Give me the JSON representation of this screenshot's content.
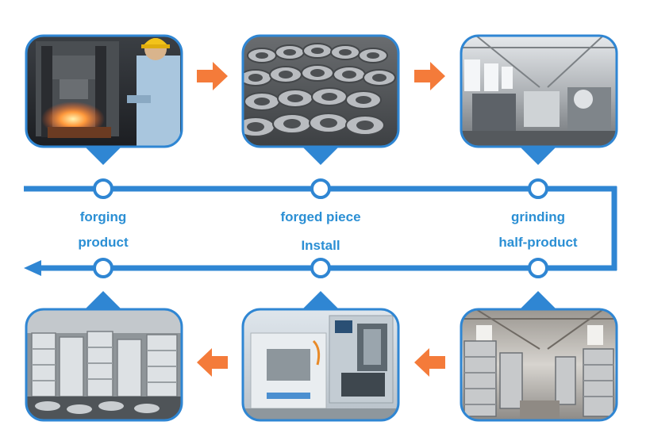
{
  "colors": {
    "line": "#2f86d3",
    "arrow": "#f47b3a",
    "label": "#2b8fd4",
    "frame": "#2f86d3"
  },
  "top_row": [
    {
      "scene": "forging-press-photo"
    },
    {
      "scene": "forged-rings-photo"
    },
    {
      "scene": "grinding-workshop-photo"
    }
  ],
  "bottom_row": [
    {
      "scene": "finished-flanges-photo"
    },
    {
      "scene": "cnc-machine-photo"
    },
    {
      "scene": "half-product-warehouse-photo"
    }
  ],
  "labels": {
    "forging": "forging",
    "forged_piece": "forged piece",
    "grinding": "grinding",
    "product": "product",
    "install": "Install",
    "half_product": "half-product"
  }
}
